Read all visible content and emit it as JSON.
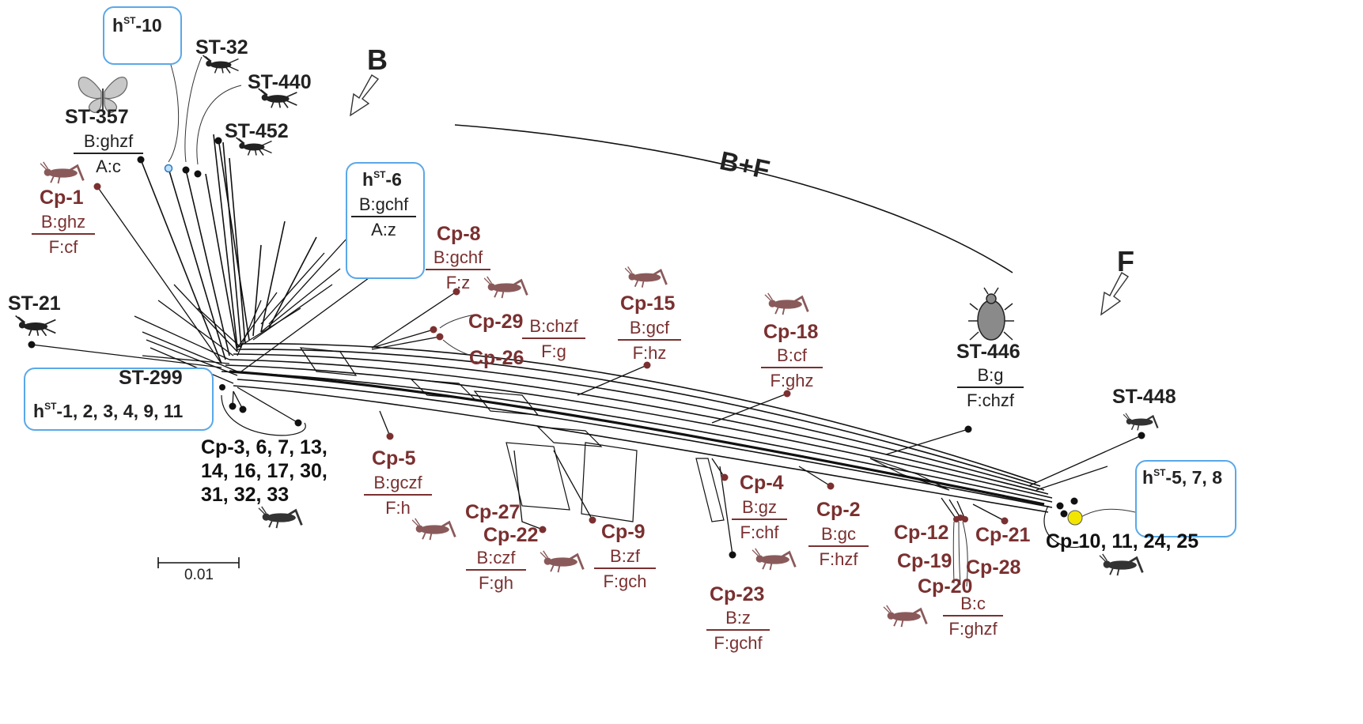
{
  "colors": {
    "accent_box": "#5aa8e8",
    "cp_red": "#7a3030",
    "dark": "#222222",
    "highlight": "#f2e600"
  },
  "icons": [
    "butterfly-icon",
    "grasshopper-icon",
    "cricket-icon",
    "bug-icon"
  ],
  "direction_labels": {
    "b": "B",
    "f": "F",
    "bf": "B+F"
  },
  "scale": {
    "label": "0.01"
  },
  "hst": {
    "h10": {
      "base": "h",
      "sup": "ST",
      "rest": "-10"
    },
    "h6": {
      "base": "h",
      "sup": "ST",
      "rest": "-6",
      "top": "B:gchf",
      "bot": "A:z"
    },
    "h1": {
      "base": "h",
      "sup": "ST",
      "rest": "-1, 2, 3, 4, 9, 11"
    },
    "h5": {
      "base": "h",
      "sup": "ST",
      "rest": "-5, 7, 8"
    }
  },
  "st": {
    "st32": "ST-32",
    "st440": "ST-440",
    "st357": "ST-357",
    "st357_top": "B:ghzf",
    "st357_bot": "A:c",
    "st452": "ST-452",
    "st21": "ST-21",
    "st299": "ST-299",
    "st446": "ST-446",
    "st446_top": "B:g",
    "st446_bot": "F:chzf",
    "st448": "ST-448"
  },
  "cp": {
    "cp1": "Cp-1",
    "cp1_top": "B:ghz",
    "cp1_bot": "F:cf",
    "cp8": "Cp-8",
    "cp8_top": "B:gchf",
    "cp8_bot": "F:z",
    "cp29": "Cp-29",
    "cp26": "Cp-26",
    "cp29_top": "B:chzf",
    "cp29_bot": "F:g",
    "cp15": "Cp-15",
    "cp15_top": "B:gcf",
    "cp15_bot": "F:hz",
    "cp18": "Cp-18",
    "cp18_top": "B:cf",
    "cp18_bot": "F:ghz",
    "cp5": "Cp-5",
    "cp5_top": "B:gczf",
    "cp5_bot": "F:h",
    "cp27": "Cp-27",
    "cp22": "Cp-22",
    "cp22_top": "B:czf",
    "cp22_bot": "F:gh",
    "cp9": "Cp-9",
    "cp9_top": "B:zf",
    "cp9_bot": "F:gch",
    "cp4": "Cp-4",
    "cp4_top": "B:gz",
    "cp4_bot": "F:chf",
    "cp2": "Cp-2",
    "cp2_top": "B:gc",
    "cp2_bot": "F:hzf",
    "cp23": "Cp-23",
    "cp23_top": "B:z",
    "cp23_bot": "F:gchf",
    "cp12": "Cp-12",
    "cp19": "Cp-19",
    "cp20": "Cp-20",
    "cp20_top": "B:c",
    "cp20_bot": "F:ghzf",
    "cp21": "Cp-21",
    "cp28": "Cp-28"
  },
  "groups": {
    "cp3_l1": "Cp-3, 6, 7, 13,",
    "cp3_l2": "14, 16, 17, 30,",
    "cp3_l3": "31, 32, 33",
    "cp10": "Cp-10, 11, 24, 25"
  }
}
